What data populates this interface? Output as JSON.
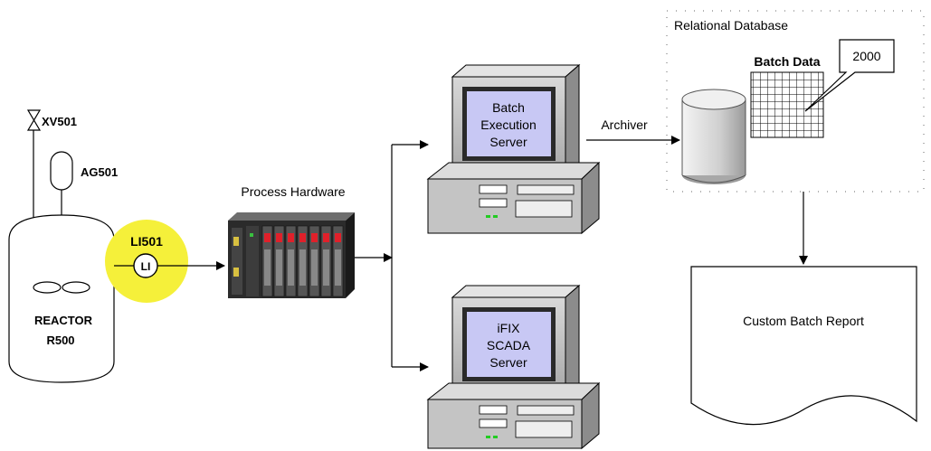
{
  "title": "",
  "labels": {
    "valve": "XV501",
    "agitator": "AG501",
    "level_tag": "LI501",
    "level_symbol": "LI",
    "reactor_line1": "REACTOR",
    "reactor_line2": "R500",
    "process_hardware": "Process Hardware",
    "batch_server_line1": "Batch",
    "batch_server_line2": "Execution",
    "batch_server_line3": "Server",
    "scada_server_line1": "iFIX",
    "scada_server_line2": "SCADA",
    "scada_server_line3": "Server",
    "archiver": "Archiver",
    "relational_database": "Relational Database",
    "batch_data": "Batch Data",
    "callout_value": "2000",
    "report": "Custom Batch Report"
  },
  "colors": {
    "highlight_yellow": "#f5f03a",
    "screen_blue": "#c8c8f4",
    "computer_gray": "#c8c8c8",
    "plc_body": "#2b2b2b",
    "plc_led": "#e0202a"
  }
}
